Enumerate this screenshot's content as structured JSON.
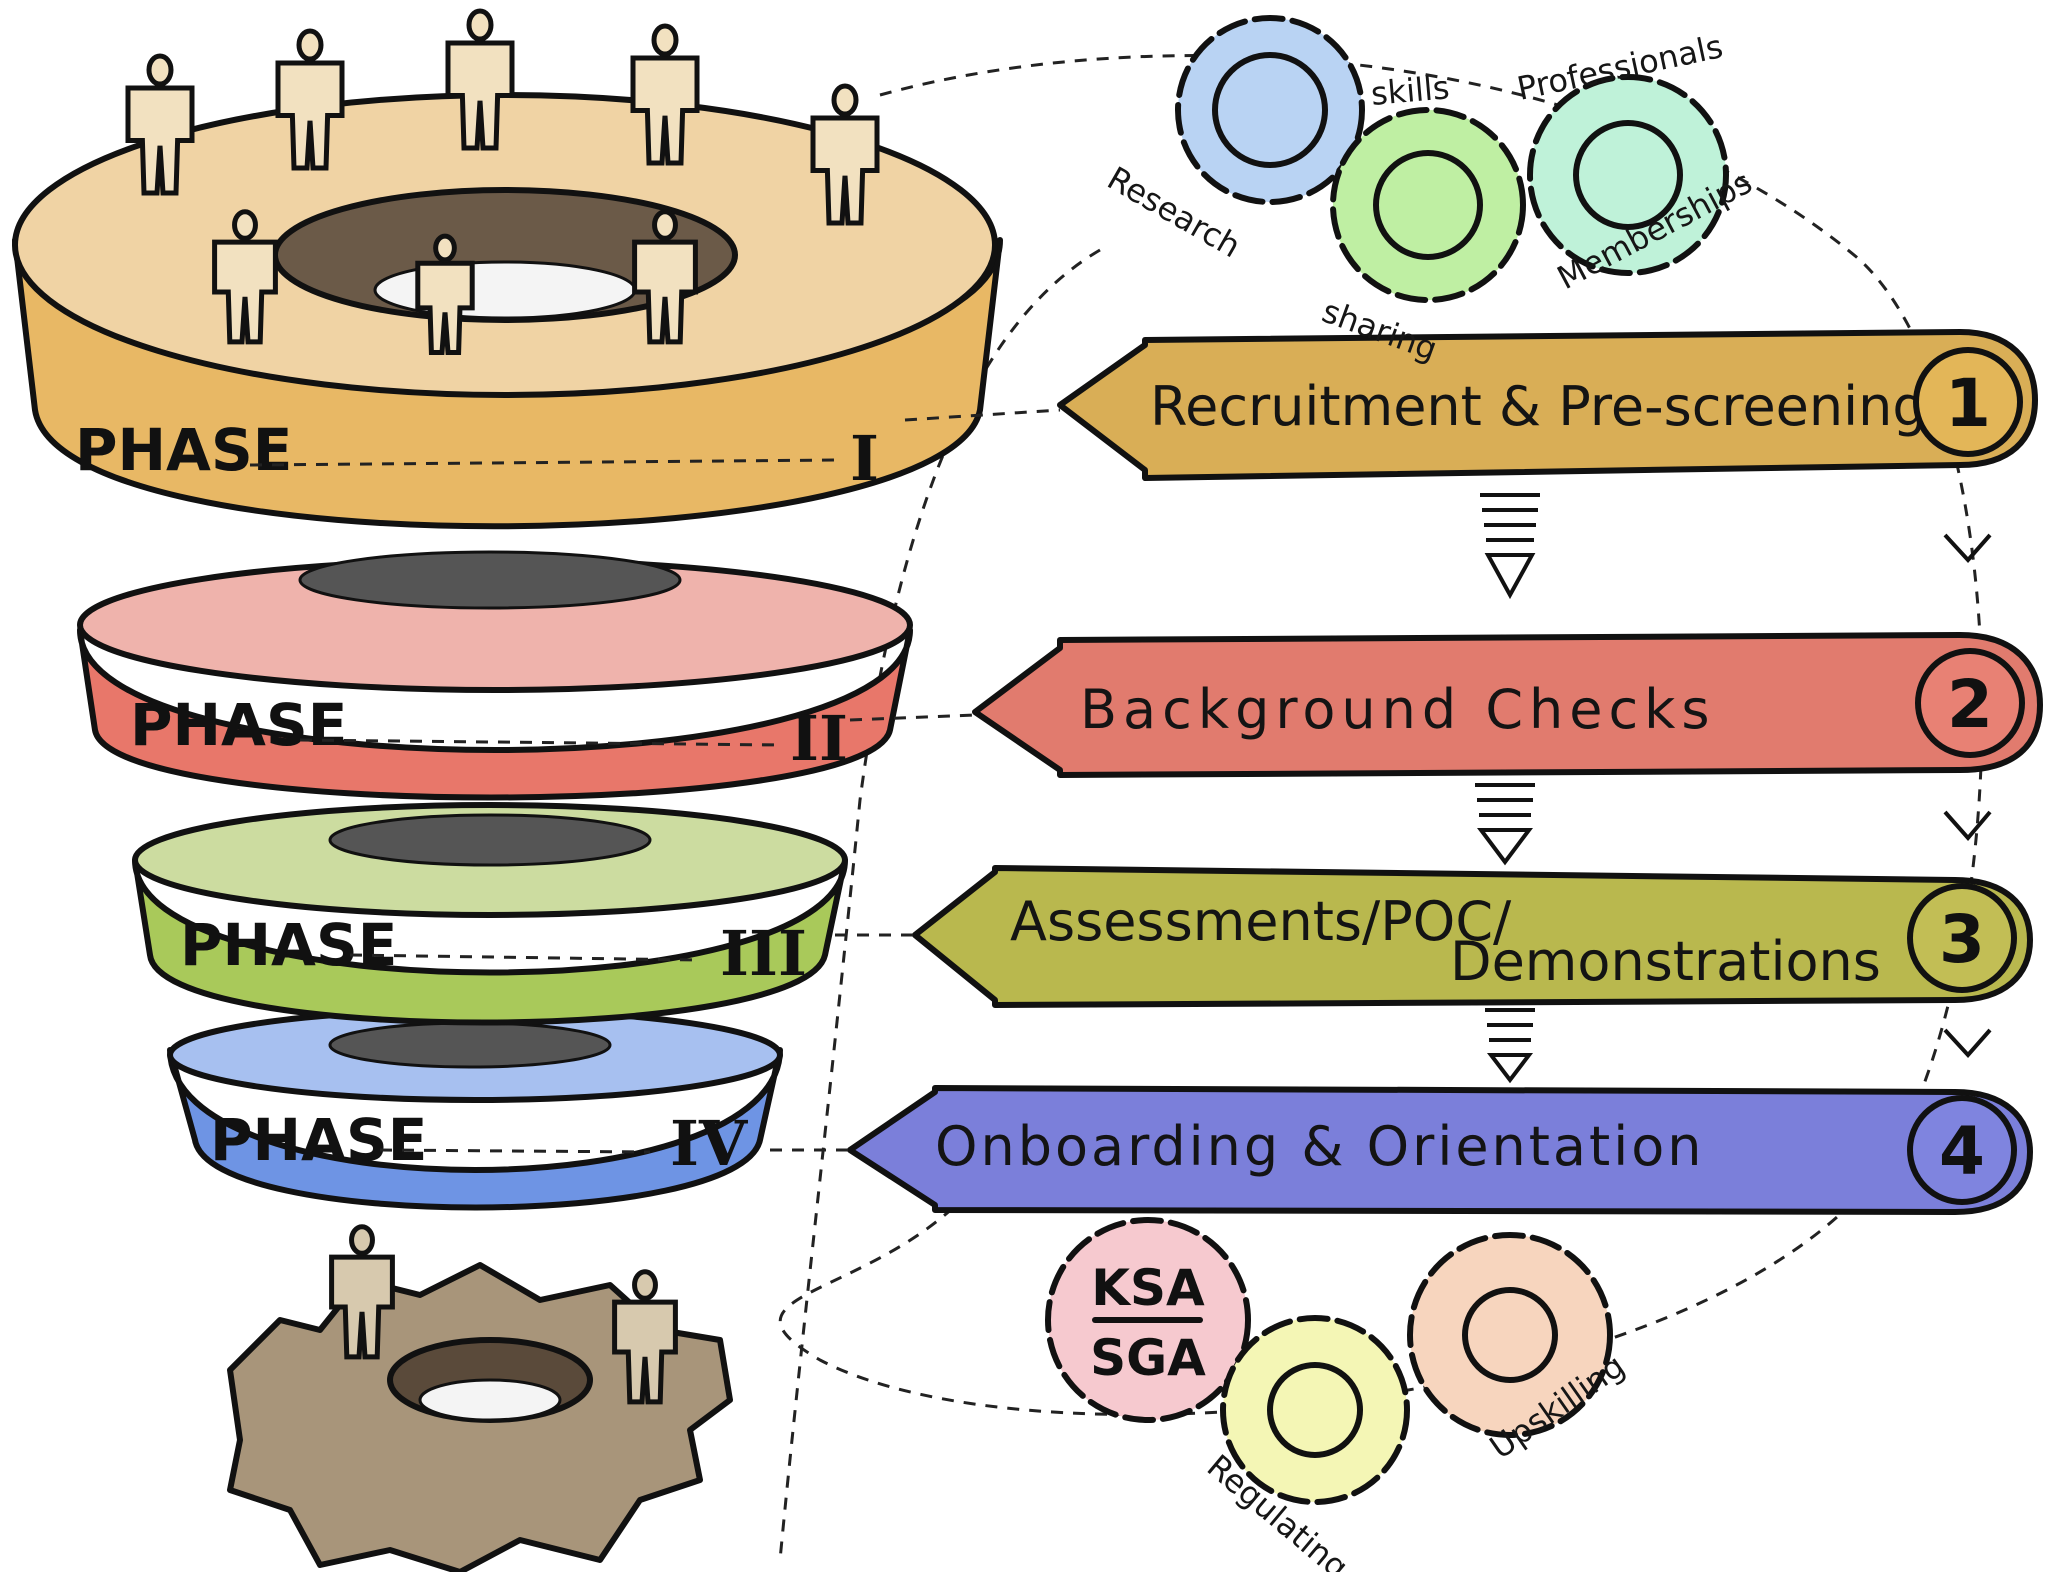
{
  "phase_word": "PHASE",
  "phases": [
    {
      "numeral": "I",
      "color": "#E8B865",
      "top_color": "#F0D3A4"
    },
    {
      "numeral": "II",
      "color": "#E8776A",
      "top_color": "#EFB3AC"
    },
    {
      "numeral": "III",
      "color": "#A9C95A",
      "top_color": "#CCDCA0"
    },
    {
      "numeral": "IV",
      "color": "#6E94E4",
      "top_color": "#A7C0F0"
    }
  ],
  "steps": [
    {
      "number": "1",
      "label": "Recruitment & Pre-screening",
      "color": "#D9AE56"
    },
    {
      "number": "2",
      "label": "Background Checks",
      "color": "#E17B6E"
    },
    {
      "number": "3",
      "label_line1": "Assessments/POC/",
      "label_line2": "Demonstrations",
      "color": "#B9B84E"
    },
    {
      "number": "4",
      "label": "Onboarding & Orientation",
      "color": "#7B7FDA"
    }
  ],
  "top_gears": {
    "labels": [
      "Research",
      "skills",
      "Professionals",
      "sharing",
      "Memberships"
    ],
    "colors": [
      "#B9D3F3",
      "#BFEFA3",
      "#BFF2D9"
    ]
  },
  "bottom_gears": {
    "ksa_top": "KSA",
    "ksa_bottom": "SGA",
    "labels": [
      "Regulating",
      "Upskilling"
    ],
    "colors": [
      "#F6C9CF",
      "#F4F6B5",
      "#F7D5BE"
    ]
  },
  "base_gear_color": "#A8957A"
}
